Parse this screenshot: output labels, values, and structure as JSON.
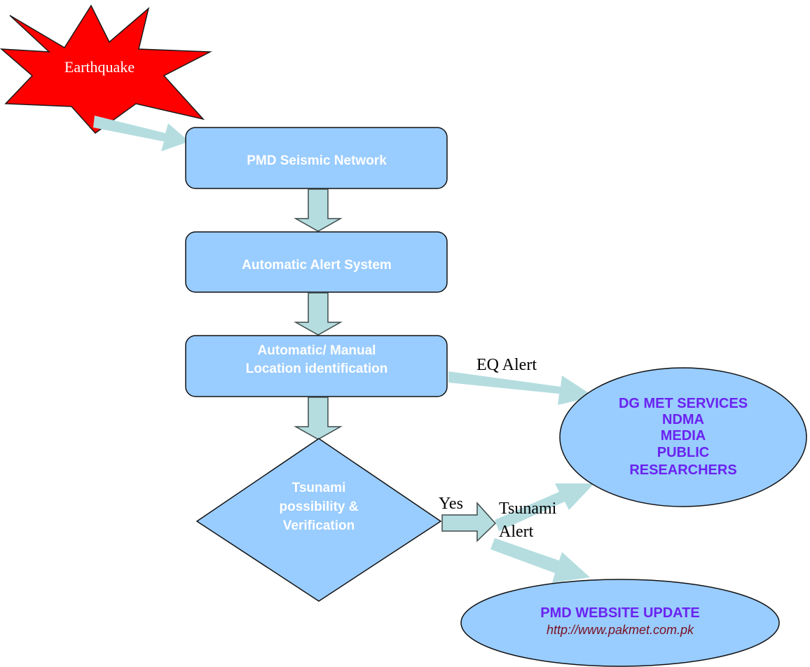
{
  "diagram": {
    "start": {
      "label": "Earthquake"
    },
    "steps": [
      {
        "label_lines": [
          "PMD Seismic Network"
        ]
      },
      {
        "label_lines": [
          "Automatic Alert System"
        ]
      },
      {
        "label_lines": [
          "Automatic/ Manual",
          "Location identification"
        ]
      }
    ],
    "decision": {
      "label_lines": [
        "Tsunami",
        "possibility &",
        "Verification"
      ]
    },
    "edge_labels": {
      "eq_alert": "EQ Alert",
      "yes": "Yes",
      "tsunami_alert_lines": [
        "Tsunami",
        "Alert"
      ]
    },
    "recipients": {
      "lines": [
        "DG MET SERVICES",
        "NDMA",
        "MEDIA",
        "PUBLIC",
        "RESEARCHERS"
      ]
    },
    "website": {
      "title": "PMD WEBSITE UPDATE",
      "url": "http://www.pakmet.com.pk"
    },
    "colors": {
      "box_fill": "#99ccff",
      "arrow_fill": "#b5dde0",
      "arrow_stroke": "#3f4a4a",
      "starburst_fill": "#ff0000",
      "recipient_text": "#6a22f0",
      "url_text": "#7a1020"
    }
  }
}
